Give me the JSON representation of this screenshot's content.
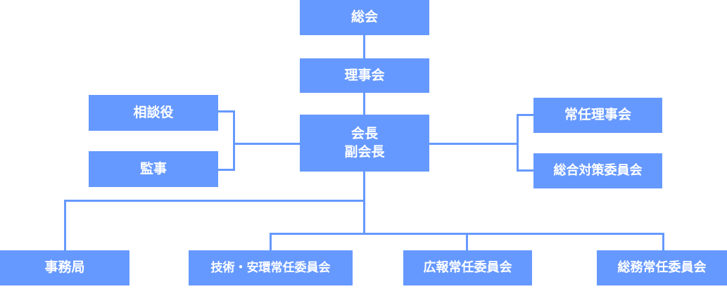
{
  "org": {
    "general_assembly": "総会",
    "board": "理事会",
    "president_line1": "会長",
    "president_line2": "副会長",
    "advisor": "相談役",
    "auditor": "監事",
    "standing_board": "常任理事会",
    "general_measures": "総合対策委員会",
    "secretariat": "事務局",
    "tech_safety": "技術・安環常任委員会",
    "pr": "広報常任委員会",
    "general_affairs": "総務常任委員会"
  },
  "colors": {
    "box": "#6699ff",
    "line": "#6699ff",
    "text": "#ffffff"
  }
}
